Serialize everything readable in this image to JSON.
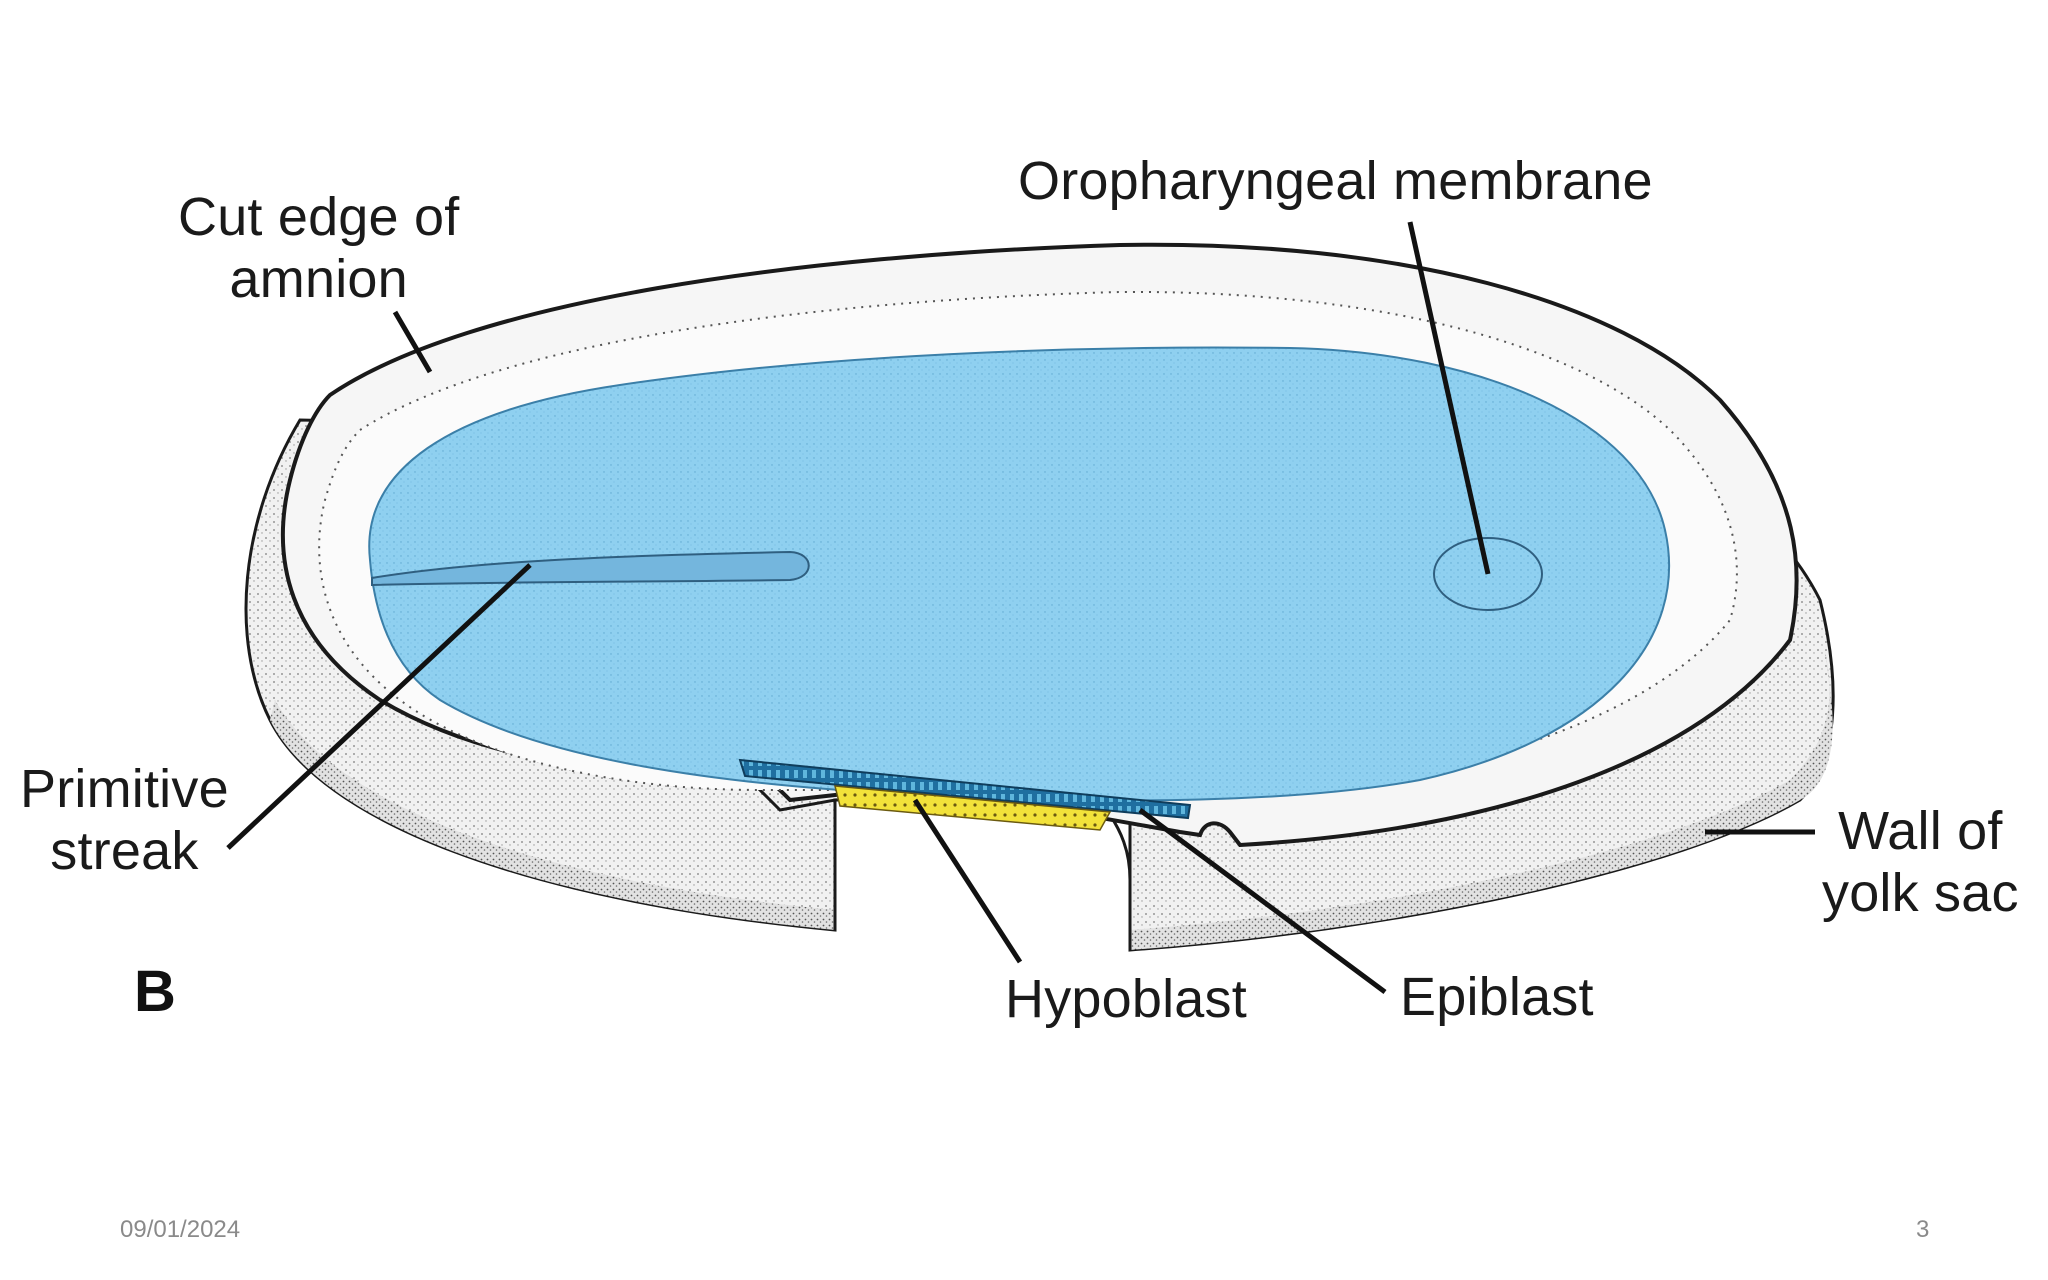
{
  "figure": {
    "panel_letter": "B",
    "labels": {
      "cut_edge": "Cut edge of\namnion",
      "oropharyngeal": "Oropharyngeal membrane",
      "primitive_streak": "Primitive\nstreak",
      "wall_yolk_sac": "Wall of\nyolk sac",
      "hypoblast": "Hypoblast",
      "epiblast": "Epiblast"
    },
    "colors": {
      "embryonic_disc": "#8fd0f0",
      "epiblast_layer": "#1f6fa0",
      "hypoblast_layer": "#f2e23a",
      "amnion_rim": "#f4f4f4",
      "yolk_sac_wall": "#e9e9e9",
      "outline": "#1a1a1a"
    }
  },
  "footer": {
    "date": "09/01/2024",
    "page_number": "3"
  }
}
